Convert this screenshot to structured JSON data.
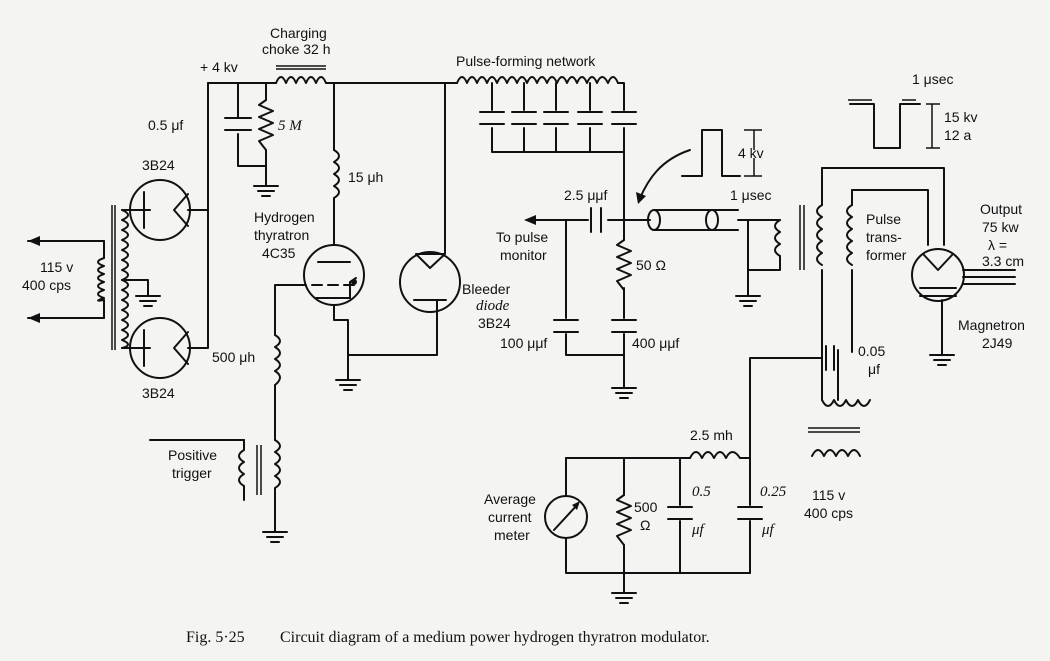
{
  "caption": {
    "fig_number": "Fig. 5·25",
    "text": "Circuit diagram of a medium power hydrogen thyratron modulator."
  },
  "labels": {
    "supply_voltage": "+ 4 kv",
    "charging_choke_line1": "Charging",
    "charging_choke_line2": "choke 32 h",
    "filter_cap": "0.5 μf",
    "bleeder_resistor": "5 M",
    "grid_choke": "15 μh",
    "hydrogen_thyratron_line1": "Hydrogen",
    "hydrogen_thyratron_line2": "thyratron",
    "hydrogen_thyratron_line3": "4C35",
    "rectifier_top": "3B24",
    "rectifier_bottom": "3B24",
    "ac_input_line1": "115 v",
    "ac_input_line2": "400 cps",
    "trigger_choke": "500 μh",
    "positive_trigger_line1": "Positive",
    "positive_trigger_line2": "trigger",
    "pfn": "Pulse-forming network",
    "bleeder_diode_line1": "Bleeder",
    "bleeder_diode_line2": "diode",
    "bleeder_diode_line3": "3B24",
    "coupling_cap": "2.5 μμf",
    "to_pulse_monitor_line1": "To pulse",
    "to_pulse_monitor_line2": "monitor",
    "load_resistor": "50 Ω",
    "monitor_cap_left": "100 μμf",
    "monitor_cap_right": "400 μμf",
    "pulse_4kv": "4 kv",
    "pulse_width_small": "1 μsec",
    "pulse_width_top": "1 μsec",
    "output_pulse_line1": "15 kv",
    "output_pulse_line2": "12 a",
    "pulse_transformer_line1": "Pulse",
    "pulse_transformer_line2": "trans-",
    "pulse_transformer_line3": "former",
    "output_line1": "Output",
    "output_line2": "75 kw",
    "output_line3": "λ =",
    "output_line4": "3.3 cm",
    "magnetron_line1": "Magnetron",
    "magnetron_line2": "2J49",
    "bypass_cap_line1": "0.05",
    "bypass_cap_line2": "μf",
    "heater_supply_line1": "115 v",
    "heater_supply_line2": "400 cps",
    "filter_choke": "2.5 mh",
    "meter_line1": "Average",
    "meter_line2": "current",
    "meter_line3": "meter",
    "shunt_resistor_line1": "500",
    "shunt_resistor_line2": "Ω",
    "filter_cap1_line1": "0.5",
    "filter_cap1_line2": "μf",
    "filter_cap2_line1": "0.25",
    "filter_cap2_line2": "μf"
  },
  "colors": {
    "ink": "#111111",
    "paper": "#f4f4f2"
  }
}
